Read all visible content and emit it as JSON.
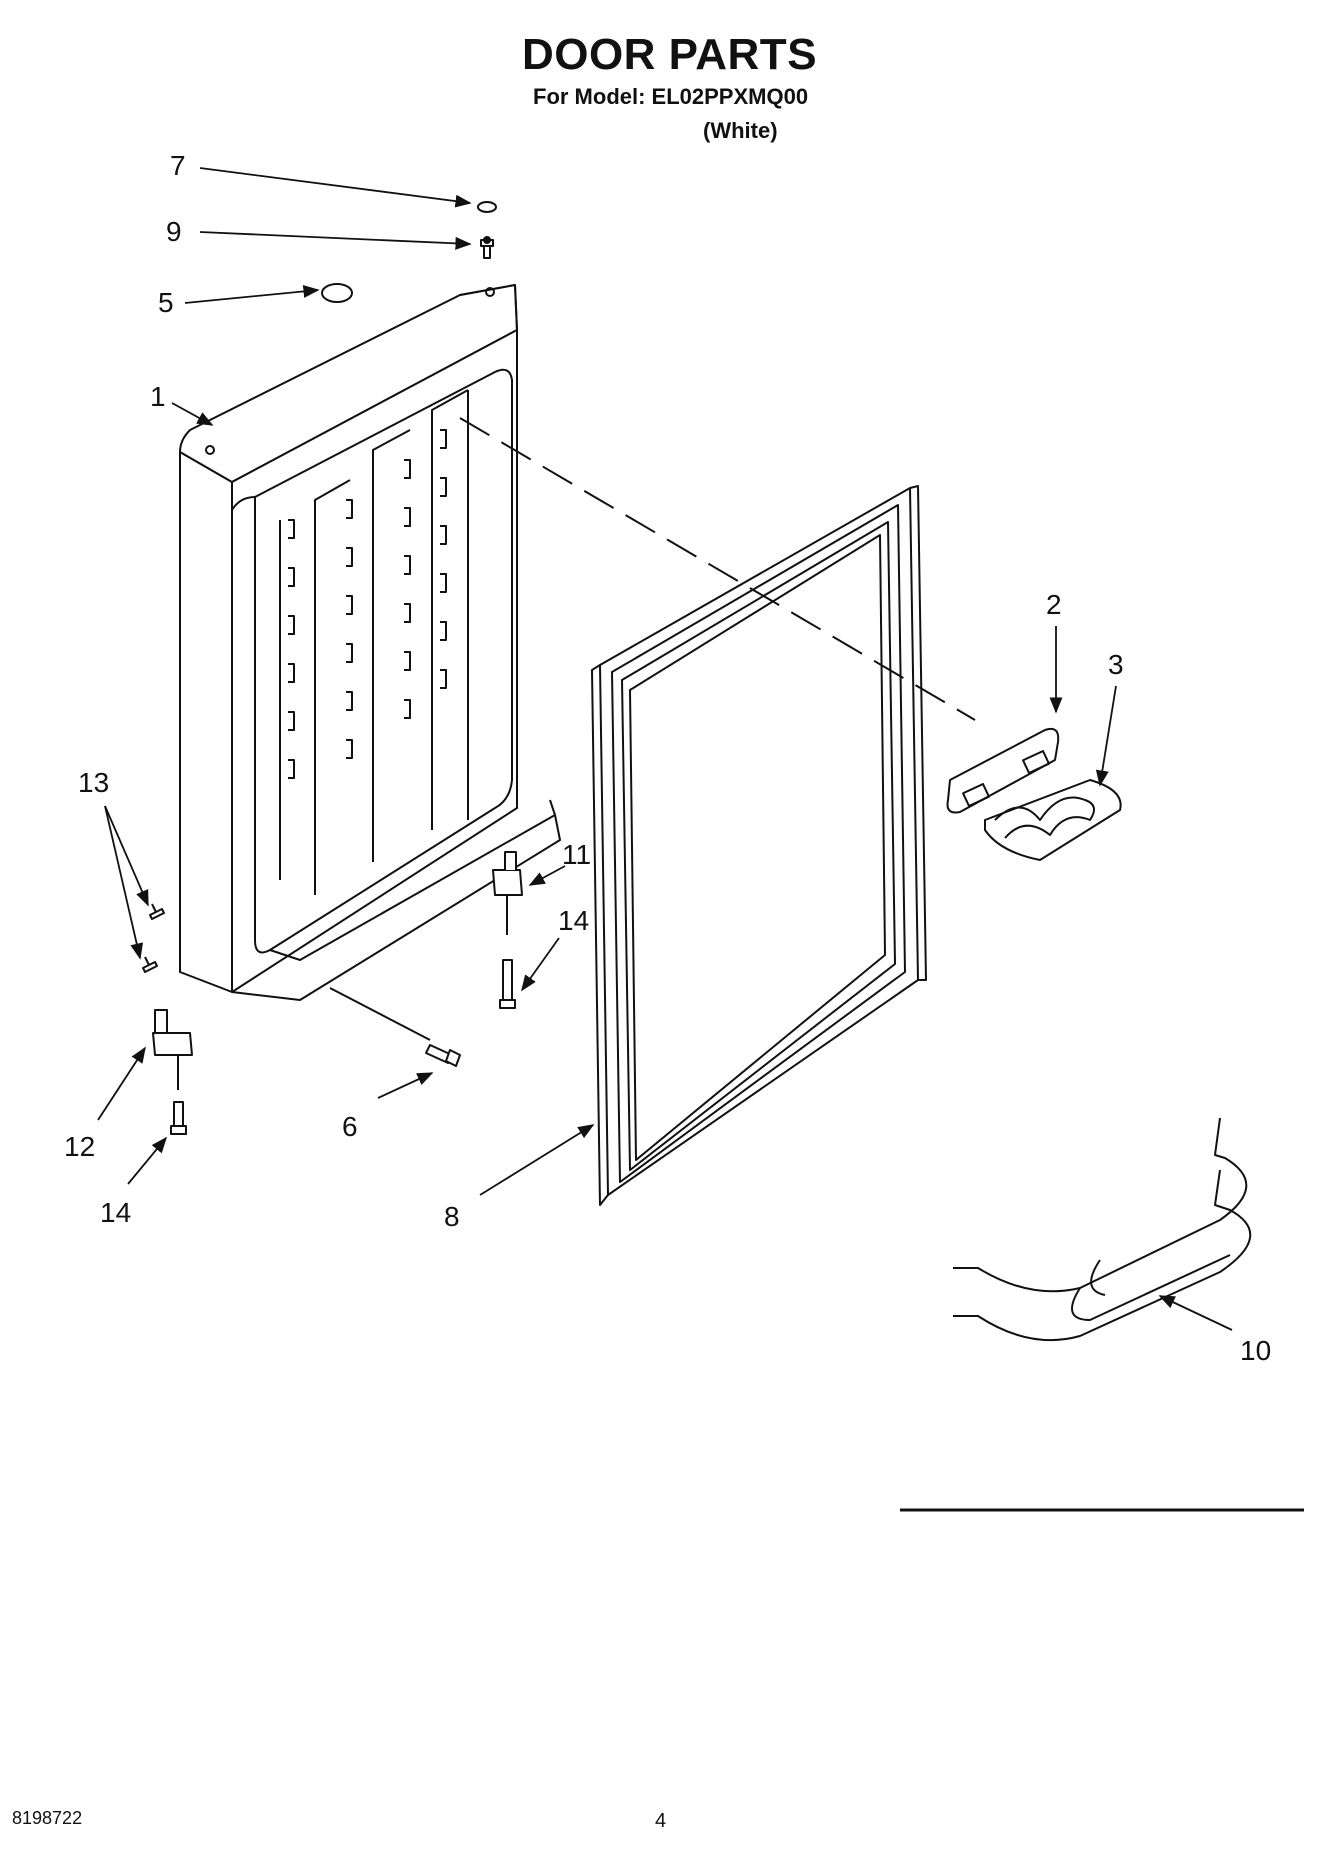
{
  "header": {
    "title": "DOOR PARTS",
    "model": "For Model: EL02PPXMQ00",
    "variant": "(White)"
  },
  "callouts": {
    "c1": "1",
    "c2": "2",
    "c3": "3",
    "c5": "5",
    "c6": "6",
    "c7": "7",
    "c8": "8",
    "c9": "9",
    "c10": "10",
    "c11": "11",
    "c12": "12",
    "c13": "13",
    "c14a": "14",
    "c14b": "14"
  },
  "footer": {
    "doc_number": "8198722",
    "page_number": "4"
  }
}
